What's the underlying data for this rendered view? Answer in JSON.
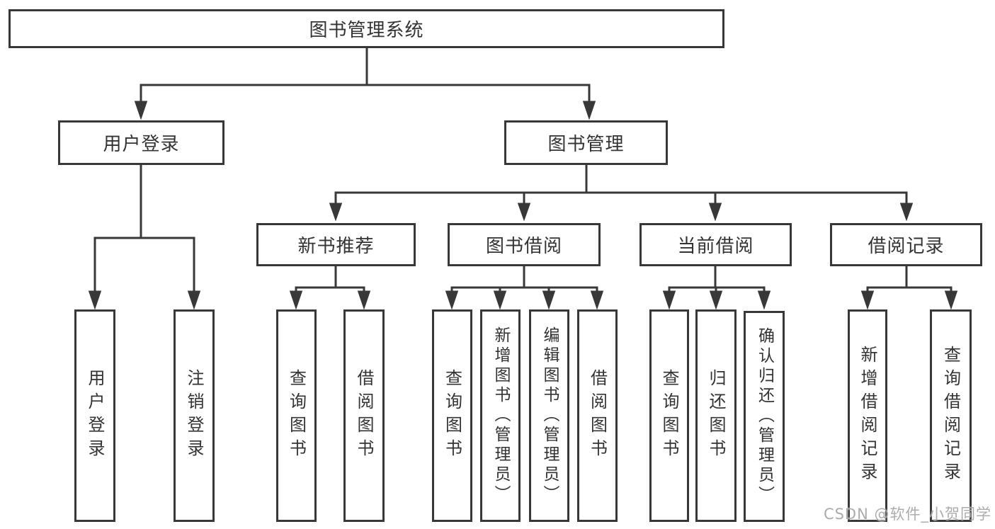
{
  "root": {
    "label": "图书管理系统"
  },
  "level2": [
    {
      "label": "用户登录"
    },
    {
      "label": "图书管理"
    }
  ],
  "level3": [
    {
      "label": "新书推荐"
    },
    {
      "label": "图书借阅"
    },
    {
      "label": "当前借阅"
    },
    {
      "label": "借阅记录"
    }
  ],
  "leaves": {
    "user_login": [
      "用户登录",
      "注销登录"
    ],
    "new_book_recommend": [
      "查询图书",
      "借阅图书"
    ],
    "book_borrow": [
      "查询图书",
      "新增图书（管理员）",
      "编辑图书（管理员）",
      "借阅图书"
    ],
    "current_borrow": [
      "查询图书",
      "归还图书",
      "确认归还（管理员）"
    ],
    "borrow_record": [
      "新增借阅记录",
      "查询借阅记录"
    ]
  },
  "watermark": "CSDN @软件_小贺同学",
  "colors": {
    "line": "#383838",
    "text": "#333333",
    "box_fill": "#ffffff",
    "background": "#ffffff",
    "watermark": "#a8a8a8"
  }
}
